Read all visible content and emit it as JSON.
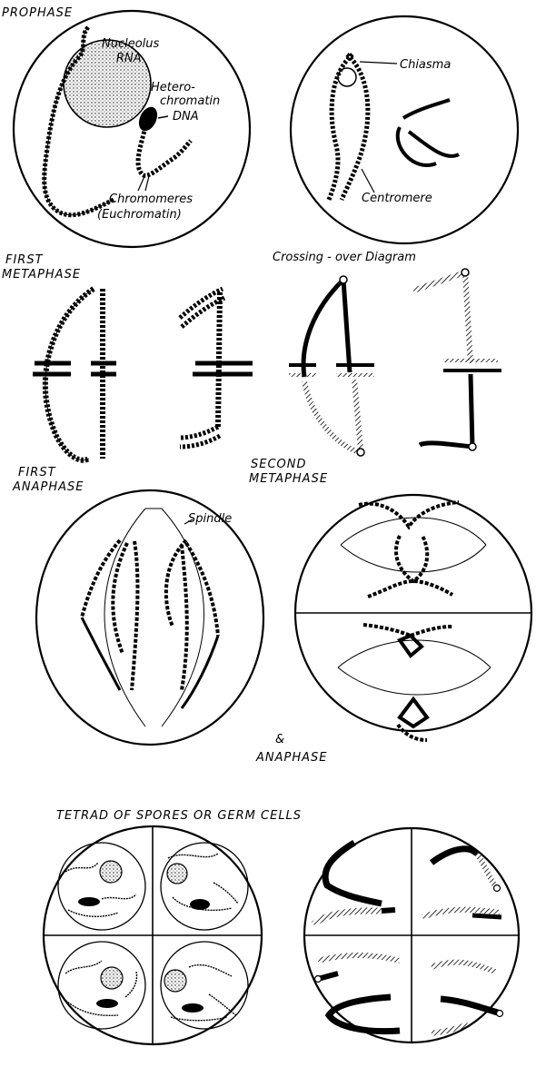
{
  "prophase": {
    "title": "PROPHASE",
    "nucleolus": "Nucleolus",
    "rna": "RNA",
    "hetero_line1": "Hetero-",
    "hetero_line2": "chromatin",
    "dna": "DNA",
    "chromomeres": "Chromomeres",
    "euchromatin": "(Euchromatin)",
    "chiasma": "Chiasma",
    "centromere": "Centromere"
  },
  "first_metaphase": {
    "title_line1": "FIRST",
    "title_line2": "METAPHASE"
  },
  "crossing_over": {
    "title": "Crossing - over Diagram"
  },
  "first_anaphase": {
    "title_line1": "FIRST",
    "title_line2": "ANAPHASE",
    "spindle": "Spindle"
  },
  "second_metaphase": {
    "title_line1": "SECOND",
    "title_line2": "METAPHASE",
    "and": "&",
    "anaphase": "ANAPHASE"
  },
  "tetrad": {
    "title": "TETRAD OF SPORES OR GERM CELLS"
  }
}
